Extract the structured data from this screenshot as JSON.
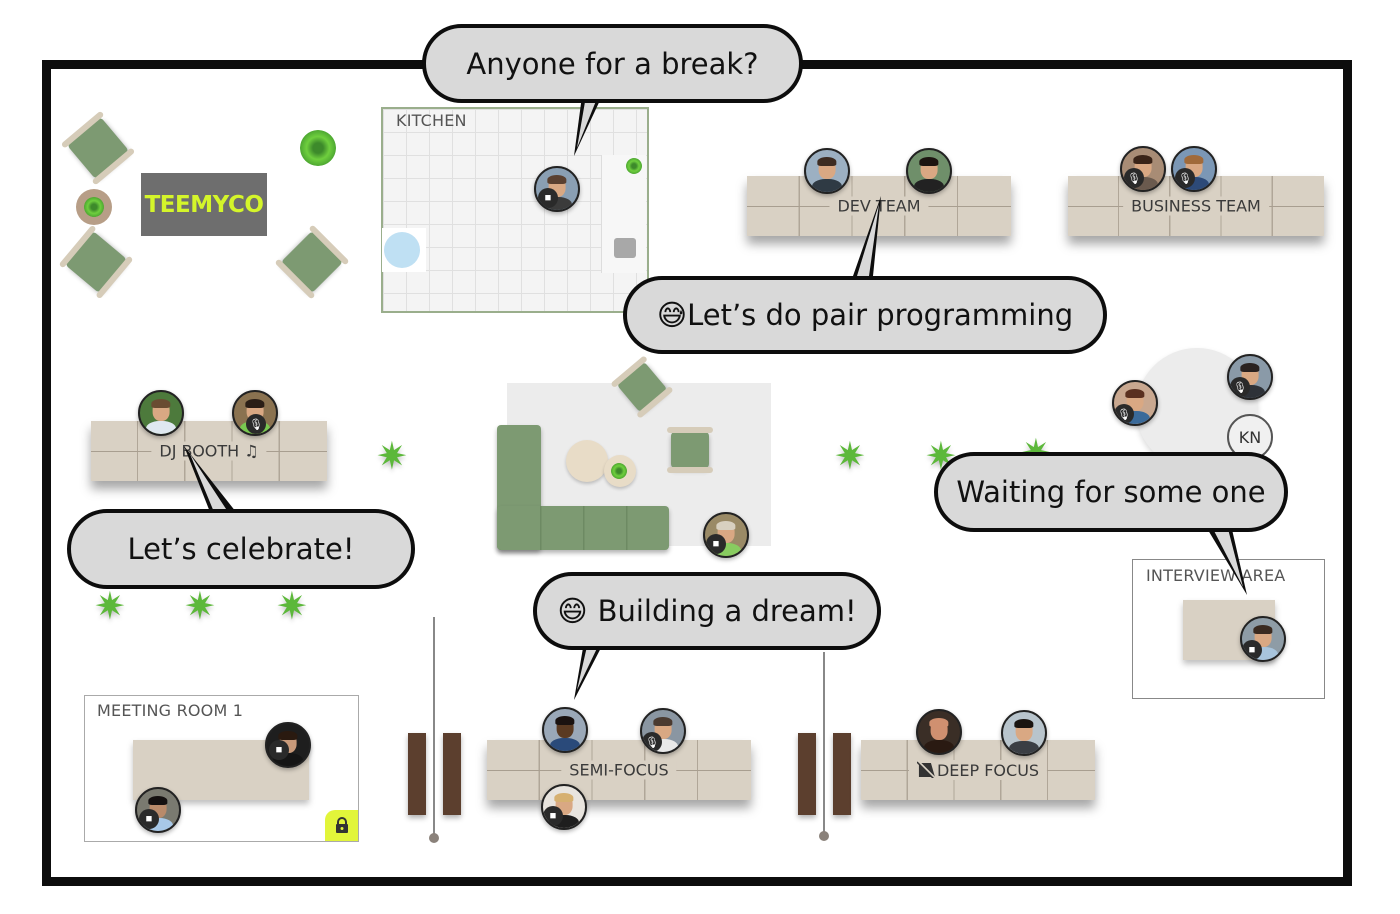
{
  "logo": {
    "text": "TEEMYCO",
    "bg_color": "#6e6e6e",
    "text_color": "#d4f52a"
  },
  "zones": {
    "kitchen": {
      "label": "KITCHEN"
    },
    "dev_team": {
      "label": "DEV TEAM"
    },
    "business_team": {
      "label": "BUSINESS TEAM"
    },
    "dj_booth": {
      "label": "DJ BOOTH",
      "icon": "♫"
    },
    "interview_area": {
      "label": "INTERVIEW AREA"
    },
    "meeting_room": {
      "label": "MEETING ROOM 1",
      "locked": true,
      "lock_color": "#e2f53a"
    },
    "semi_focus": {
      "label": "SEMI-FOCUS"
    },
    "deep_focus": {
      "label": "DEEP FOCUS",
      "icon": "do-not-disturb-icon"
    }
  },
  "bubbles": {
    "break": {
      "text": "Anyone for a break?"
    },
    "pair": {
      "emoji": "😅",
      "text": "Let’s do pair programming"
    },
    "celebrate": {
      "text": "Let’s celebrate!"
    },
    "dream": {
      "emoji": "😄",
      "text": "Building a dream!"
    },
    "waiting": {
      "text": "Waiting for some one"
    }
  },
  "round_table": {
    "initials": "KN"
  },
  "status_icons": {
    "video": "■▸",
    "mic": "🎙"
  },
  "colors": {
    "frame": "#0d0d0d",
    "bubble_bg": "#d9d9d9",
    "desk": "#d9d1c4",
    "chair": "#7d9a72",
    "lock_bg": "#e2f53a"
  }
}
